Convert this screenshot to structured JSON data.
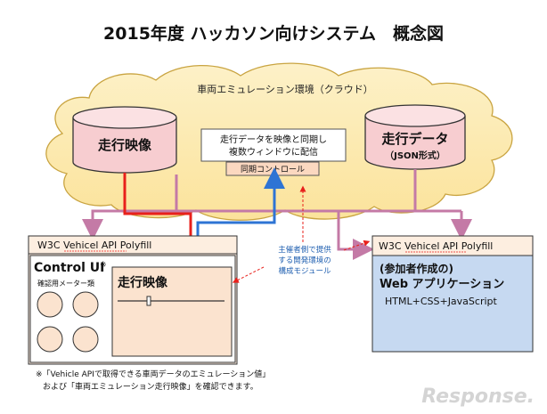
{
  "title": "2015年度 ハッカソン向けシステム　概念図",
  "cloud": {
    "label": "車両エミュレーション環境（クラウド）",
    "db_left": "走行映像",
    "db_right_line1": "走行データ",
    "db_right_line2": "（JSON形式）",
    "center_box_line1": "走行データを映像と同期し",
    "center_box_line2": "複数ウィンドウに配信",
    "sync_control": "同期コントロール"
  },
  "left_panel": {
    "header": "W3C Vehicel API Polyfill",
    "control_ui": "Control UI",
    "control_ui_mark": "※",
    "meter_label": "確認用メーター類",
    "video_label": "走行映像"
  },
  "annotation": {
    "line1": "主催者側で提供",
    "line2": "する開発環境の",
    "line3": "構成モジュール"
  },
  "right_panel": {
    "header": "W3C Vehicel API Polyfill",
    "line1": "(参加者作成の)",
    "line2": "Web アプリケーション",
    "line3": "HTML+CSS+JavaScript"
  },
  "footnote": {
    "line1": "※「Vehicle APIで取得できる車両データのエミュレーション値」",
    "line2": "および「車両エミュレーション走行映像」を確認できます。"
  },
  "watermark": "Response."
}
